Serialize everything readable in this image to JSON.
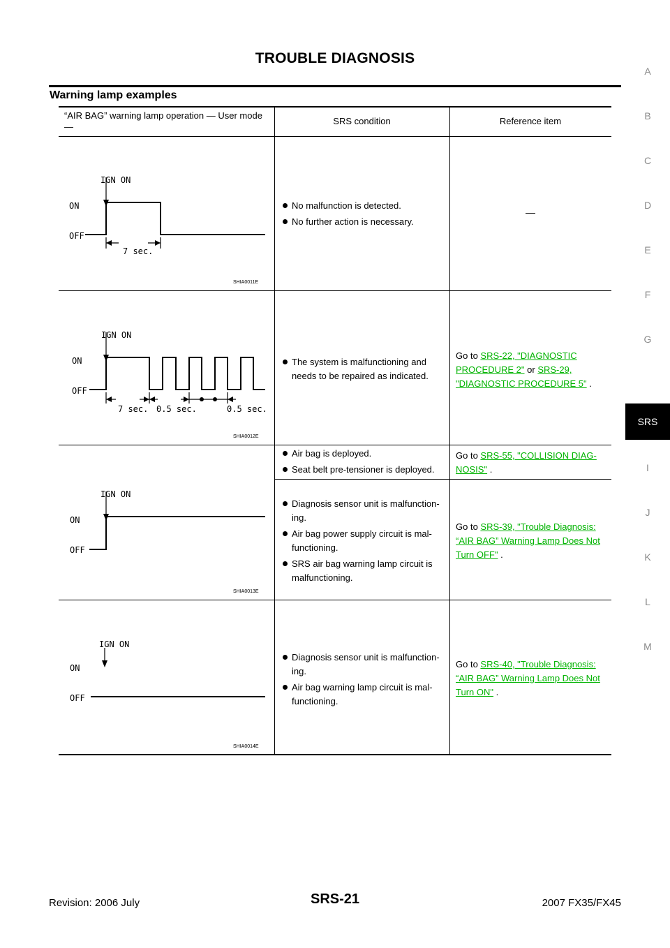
{
  "page_title": "TROUBLE DIAGNOSIS",
  "section_heading": "Warning lamp examples",
  "side_index": {
    "letters": [
      "A",
      "B",
      "C",
      "D",
      "E",
      "F",
      "G",
      "I",
      "J",
      "K",
      "L",
      "M"
    ],
    "active": "SRS"
  },
  "table": {
    "headers": {
      "col1": "“AIR BAG” warning lamp operation — User mode —",
      "col2": "SRS condition",
      "col3": "Reference item"
    },
    "diagram_labels": {
      "ign_on": "IGN ON",
      "on": "ON",
      "off": "OFF",
      "seven_sec": "7 sec.",
      "half_sec": "0.5 sec."
    },
    "rows": [
      {
        "figure_id": "SHIA0011E",
        "conditions": [
          "No malfunction is detected.",
          "No further action is necessary."
        ],
        "reference_dash": "—"
      },
      {
        "figure_id": "SHIA0012E",
        "conditions": [
          "The system is malfunctioning and needs to be repaired as indicated."
        ],
        "ref_prefix": "Go to ",
        "ref_link1": "SRS-22, \"DIAGNOSTIC PROCEDURE 2\"",
        "ref_mid": " or ",
        "ref_link2": "SRS-29, \"DIAGNOSTIC PROCEDURE 5\"",
        "ref_suffix": " ."
      },
      {
        "figure_id": "SHIA0013E",
        "sub_a": {
          "conditions": [
            "Air bag is deployed.",
            "Seat belt pre-tensioner is deployed."
          ],
          "ref_prefix": "Go to ",
          "ref_link": "SRS-55, \"COLLISION DIAG-NOSIS\"",
          "ref_suffix": " ."
        },
        "sub_b": {
          "conditions": [
            "Diagnosis sensor unit is malfunction-ing.",
            "Air bag power supply circuit is mal-functioning.",
            "SRS air bag warning lamp circuit is malfunctioning."
          ],
          "ref_prefix": "Go to ",
          "ref_link": "SRS-39, \"Trouble Diagnosis: “AIR BAG” Warning Lamp Does Not Turn OFF\"",
          "ref_suffix": " ."
        }
      },
      {
        "figure_id": "SHIA0014E",
        "conditions": [
          "Diagnosis sensor unit is malfunction-ing.",
          "Air bag warning lamp circuit is mal-functioning."
        ],
        "ref_prefix": "Go to ",
        "ref_link": "SRS-40, \"Trouble Diagnosis: “AIR BAG” Warning Lamp Does Not Turn ON\"",
        "ref_suffix": " ."
      }
    ]
  },
  "footer": {
    "revision": "Revision: 2006 July",
    "page_number": "SRS-21",
    "model": "2007 FX35/FX45"
  }
}
